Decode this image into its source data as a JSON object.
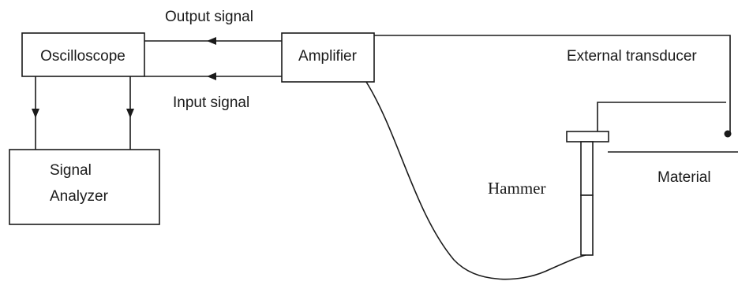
{
  "diagram": {
    "oscilloscope_label": "Oscilloscope",
    "amplifier_label": "Amplifier",
    "analyzer_label_line1": "Signal",
    "analyzer_label_line2": "Analyzer",
    "output_signal_label": "Output signal",
    "input_signal_label": "Input signal",
    "external_transducer_label": "External transducer",
    "hammer_label": "Hammer",
    "material_label": "Material"
  }
}
